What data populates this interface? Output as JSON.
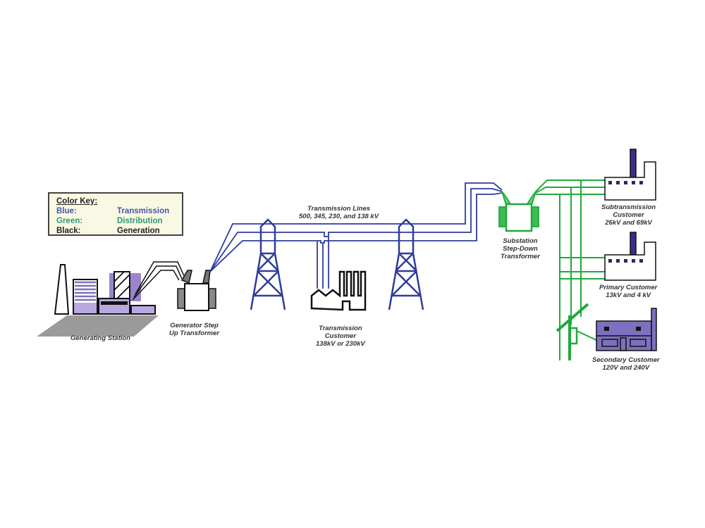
{
  "colors": {
    "transmission": "#2e3c9c",
    "distribution": "#1faa3a",
    "generation": "#111111",
    "building_fill": "#7d70c0",
    "light_purple": "#b9a8e0",
    "key_bg": "#f8f8e4"
  },
  "color_key": {
    "title": "Color Key:",
    "rows": [
      {
        "label": "Blue:",
        "meaning": "Transmission",
        "color": "#4a55a8"
      },
      {
        "label": "Green:",
        "meaning": "Distribution",
        "color": "#2c9a6e"
      },
      {
        "label": "Black:",
        "meaning": "Generation",
        "color": "#222222"
      }
    ]
  },
  "labels": {
    "generating_station": "Generating Station",
    "gen_transformer_1": "Generator Step",
    "gen_transformer_2": "Up Transformer",
    "transmission_lines_1": "Transmission Lines",
    "transmission_lines_2": "500, 345, 230, and 138 kV",
    "transmission_customer_1": "Transmission",
    "transmission_customer_2": "Customer",
    "transmission_customer_3": "138kV or 230kV",
    "substation_1": "Substation",
    "substation_2": "Step-Down",
    "substation_3": "Transformer",
    "subtransmission_1": "Subtransmission",
    "subtransmission_2": "Customer",
    "subtransmission_3": "26kV and 69kV",
    "primary_1": "Primary  Customer",
    "primary_2": "13kV and 4 kV",
    "secondary_1": "Secondary Customer",
    "secondary_2": "120V and 240V"
  }
}
